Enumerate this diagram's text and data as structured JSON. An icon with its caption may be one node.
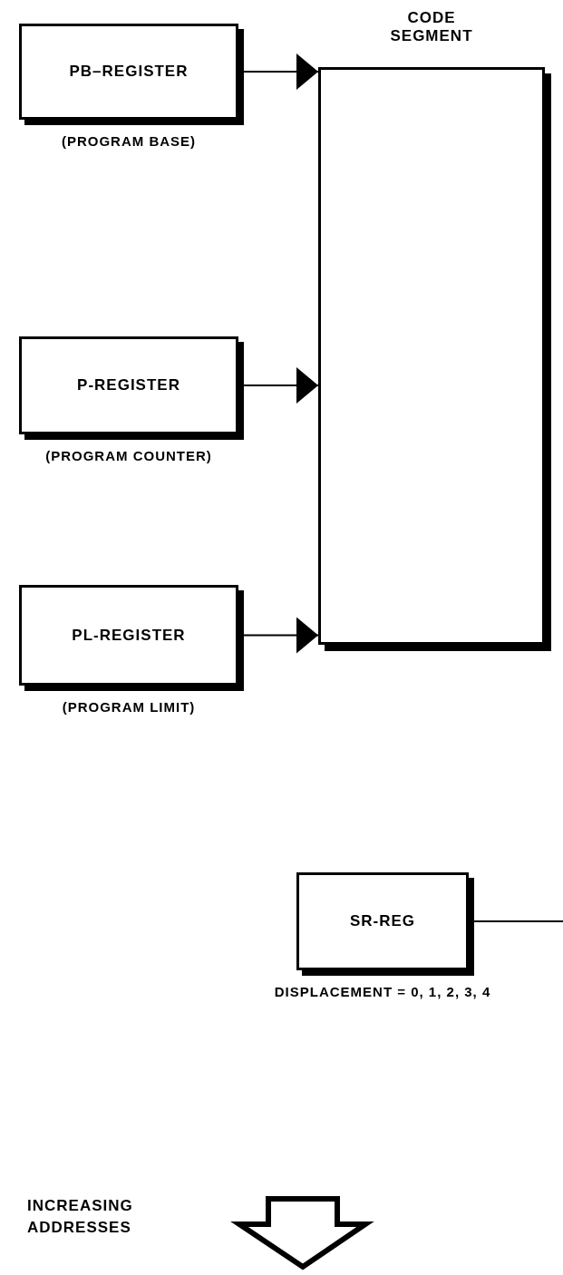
{
  "diagram": {
    "nodes": [
      {
        "text": [
          "CODE SEGMENT"
        ]
      },
      {
        "text": [
          "PB–REGISTER"
        ],
        "beside": [
          "(PROGRAM BASE)"
        ]
      },
      {
        "text": [
          "P-REGISTER"
        ],
        "beside": [
          "(PROGRAM COUNTER)"
        ]
      },
      {
        "text": [
          "PL-REGISTER"
        ],
        "beside": [
          "(PROGRAM LIMIT)"
        ]
      },
      {
        "text": [
          "SR-REG"
        ],
        "beside": [
          "DISPLACEMENT = 0, 1, 2, 3, 4"
        ]
      }
    ],
    "edges": [
      {
        "from": 1,
        "to": 0,
        "arrow": "to"
      },
      {
        "from": 2,
        "to": 0,
        "arrow": "to"
      },
      {
        "from": 3,
        "to": 0,
        "arrow": "to"
      },
      {
        "from": 4,
        "to": null,
        "arrow": "none"
      }
    ],
    "labels": [
      "INCREASING ADDRESSES"
    ]
  }
}
